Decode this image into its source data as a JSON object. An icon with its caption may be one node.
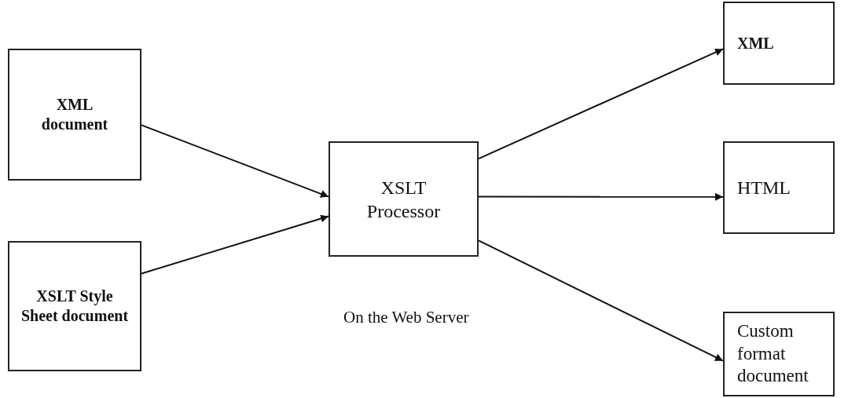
{
  "diagram": {
    "nodes": [
      {
        "text": [
          "XML document"
        ]
      },
      {
        "text": [
          "XSLT Style Sheet document"
        ]
      },
      {
        "text": [
          "XSLT Processor"
        ]
      },
      {
        "text": [
          "XML"
        ]
      },
      {
        "text": [
          "HTML"
        ]
      },
      {
        "text": [
          "Custom format document"
        ]
      }
    ],
    "edges": [
      {
        "from": 0,
        "to": 2,
        "arrow": "to"
      },
      {
        "from": 1,
        "to": 2,
        "arrow": "to"
      },
      {
        "from": 2,
        "to": 3,
        "arrow": "to"
      },
      {
        "from": 2,
        "to": 4,
        "arrow": "to"
      },
      {
        "from": 2,
        "to": 5,
        "arrow": "to"
      }
    ],
    "labels": [
      "On the Web Server"
    ]
  }
}
